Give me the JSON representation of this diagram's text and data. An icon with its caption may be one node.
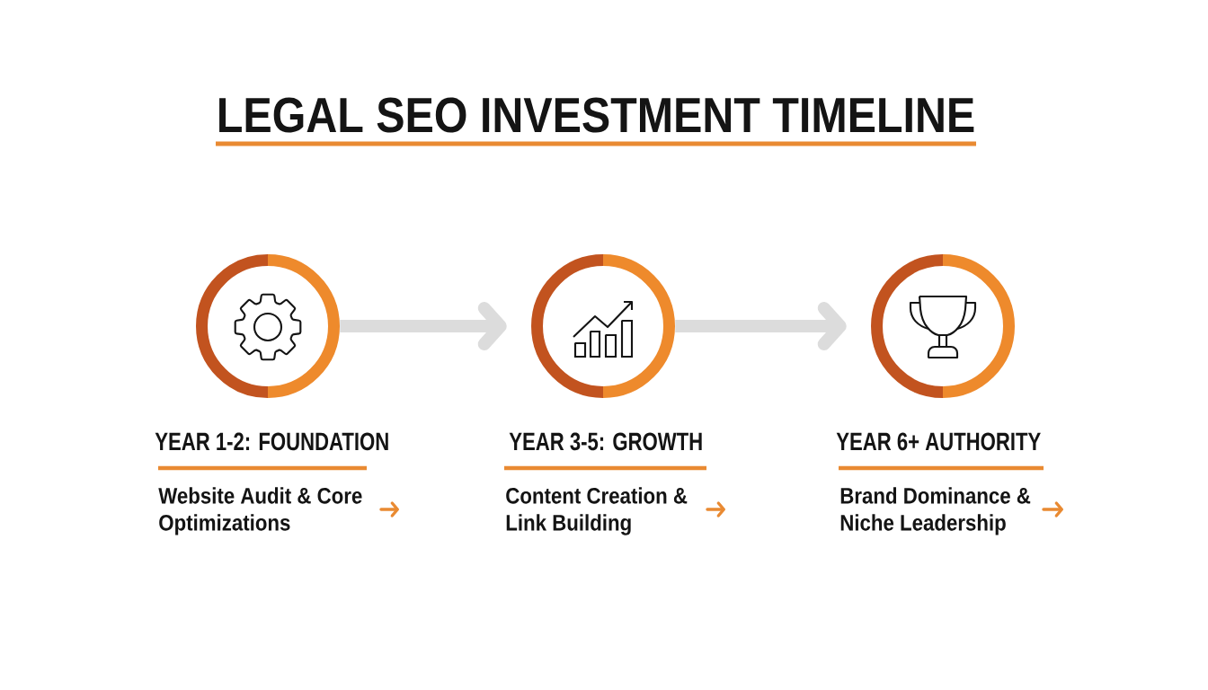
{
  "diagram": {
    "title": "LEGAL SEO INVESTMENT TIMELINE",
    "nodes": [
      {
        "text": [
          "YEAR 1-2: FOUNDATION",
          "Website Audit & Core Optimizations"
        ]
      },
      {
        "text": [
          "YEAR 3-5: GROWTH",
          "Content Creation & Link Building"
        ]
      },
      {
        "text": [
          "YEAR 6+ AUTHORITY",
          "Brand Dominance & Niche Leadership"
        ]
      }
    ],
    "edges": [
      {
        "from": 0,
        "to": 1,
        "arrow": "to"
      },
      {
        "from": 1,
        "to": 2,
        "arrow": "to"
      }
    ]
  }
}
